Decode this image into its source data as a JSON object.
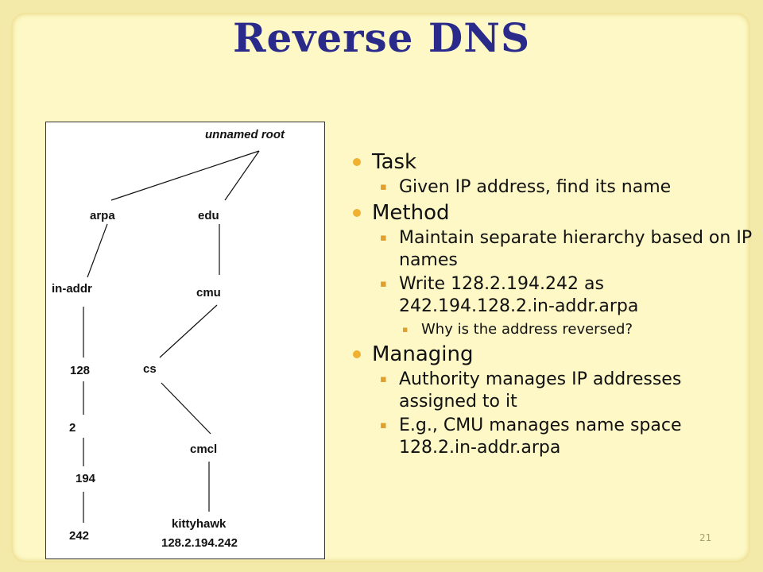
{
  "slide": {
    "title": "Reverse DNS",
    "page_number": "21"
  },
  "tree": {
    "root": "unnamed root",
    "arpa": "arpa",
    "edu": "edu",
    "in_addr": "in-addr",
    "cmu": "cmu",
    "n128": "128",
    "cs": "cs",
    "n2": "2",
    "cmcl": "cmcl",
    "n194": "194",
    "n242": "242",
    "kittyhawk": "kittyhawk",
    "kittyhawk_ip": "128.2.194.242"
  },
  "bullets": {
    "task": "Task",
    "task_1": "Given IP address, find its name",
    "method": "Method",
    "method_1": "Maintain separate hierarchy based on IP names",
    "method_2": "Write 128.2.194.242 as 242.194.128.2.in-addr.arpa",
    "method_2_1": "Why is the address reversed?",
    "managing": "Managing",
    "managing_1": "Authority manages IP addresses assigned to it",
    "managing_2": "E.g., CMU manages name space 128.2.in-addr.arpa"
  }
}
